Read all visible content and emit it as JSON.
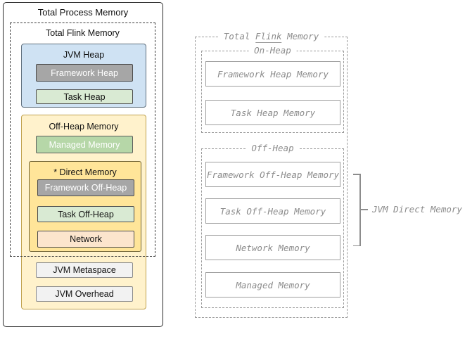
{
  "left": {
    "title": "Total Process Memory",
    "total_flink_label": "Total Flink Memory",
    "jvm_heap": {
      "title": "JVM Heap",
      "framework_heap": "Framework Heap",
      "task_heap": "Task Heap"
    },
    "off_heap": {
      "title": "Off-Heap Memory",
      "managed_memory": "Managed Memory",
      "direct": {
        "title": "* Direct Memory",
        "framework_off_heap": "Framework Off-Heap",
        "task_off_heap": "Task Off-Heap",
        "network": "Network"
      },
      "jvm_metaspace": "JVM Metaspace",
      "jvm_overhead": "JVM Overhead"
    },
    "colors": {
      "jvm_heap_fill": "#cfe2f3",
      "framework_gray_fill": "#a6a6a6",
      "task_light_green_fill": "#d9ead3",
      "managed_green_fill": "#b6d7a8",
      "off_heap_yellow_fill": "#fff2cc",
      "direct_gold_fill": "#ffe599",
      "network_peach_fill": "#fce5cd",
      "metaspace_gray_fill": "#f2f2f2"
    }
  },
  "right": {
    "total_flink_label": {
      "pre": "Total ",
      "underlined": "Flink",
      "post": " Memory"
    },
    "on_heap_label": "On-Heap",
    "off_heap_label": "Off-Heap",
    "on_heap_boxes": [
      "Framework Heap Memory",
      "Task Heap Memory"
    ],
    "off_heap_boxes": [
      "Framework Off-Heap Memory",
      "Task Off-Heap Memory",
      "Network Memory",
      "Managed Memory"
    ],
    "bracket_label": "JVM Direct Memory",
    "colors": {
      "text_gray": "#8c8c8c",
      "box_border": "#9e9e9e"
    }
  }
}
